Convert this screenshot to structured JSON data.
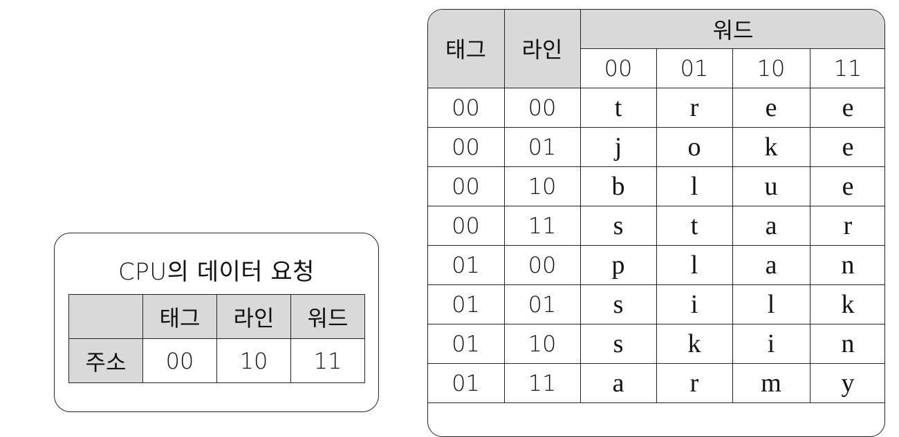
{
  "cpu_request": {
    "title": "CPU의 데이터 요청",
    "headers": [
      "태그",
      "라인",
      "워드"
    ],
    "row_label": "주소",
    "values": [
      "00",
      "10",
      "11"
    ]
  },
  "cache": {
    "headers": {
      "tag": "태그",
      "line": "라인",
      "word": "워드",
      "word_offsets": [
        "00",
        "01",
        "10",
        "11"
      ]
    },
    "rows": [
      {
        "tag": "00",
        "line": "00",
        "words": [
          "t",
          "r",
          "e",
          "e"
        ]
      },
      {
        "tag": "00",
        "line": "01",
        "words": [
          "j",
          "o",
          "k",
          "e"
        ]
      },
      {
        "tag": "00",
        "line": "10",
        "words": [
          "b",
          "l",
          "u",
          "e"
        ]
      },
      {
        "tag": "00",
        "line": "11",
        "words": [
          "s",
          "t",
          "a",
          "r"
        ]
      },
      {
        "tag": "01",
        "line": "00",
        "words": [
          "p",
          "l",
          "a",
          "n"
        ]
      },
      {
        "tag": "01",
        "line": "01",
        "words": [
          "s",
          "i",
          "l",
          "k"
        ]
      },
      {
        "tag": "01",
        "line": "10",
        "words": [
          "s",
          "k",
          "i",
          "n"
        ]
      },
      {
        "tag": "01",
        "line": "11",
        "words": [
          "a",
          "r",
          "m",
          "y"
        ]
      }
    ]
  }
}
